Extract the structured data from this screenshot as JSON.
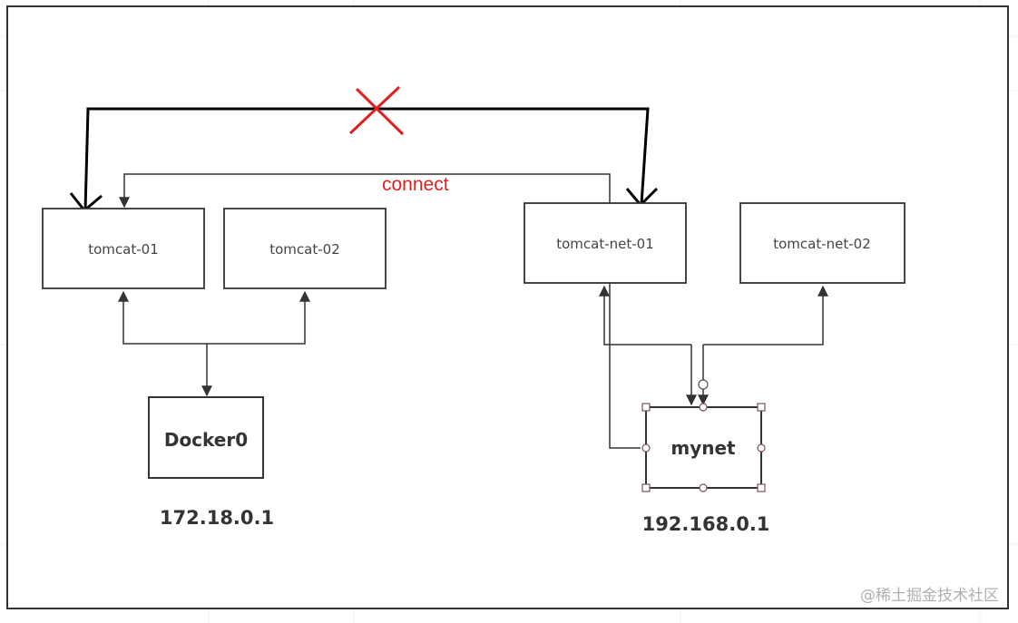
{
  "colors": {
    "cross_mark": "#e02020",
    "connect_label": "#e02020",
    "box_border": "#333333",
    "arrow": "#333333",
    "watermark": "#b0b0b0"
  },
  "nodes": {
    "tomcat_01": "tomcat-01",
    "tomcat_02": "tomcat-02",
    "tomcat_net_01": "tomcat-net-01",
    "tomcat_net_02": "tomcat-net-02",
    "docker0": "Docker0",
    "mynet": "mynet"
  },
  "ips": {
    "docker0_ip": "172.18.0.1",
    "mynet_ip": "192.168.0.1"
  },
  "edges": {
    "connect_label": "connect"
  },
  "watermark": "@稀土掘金技术社区"
}
